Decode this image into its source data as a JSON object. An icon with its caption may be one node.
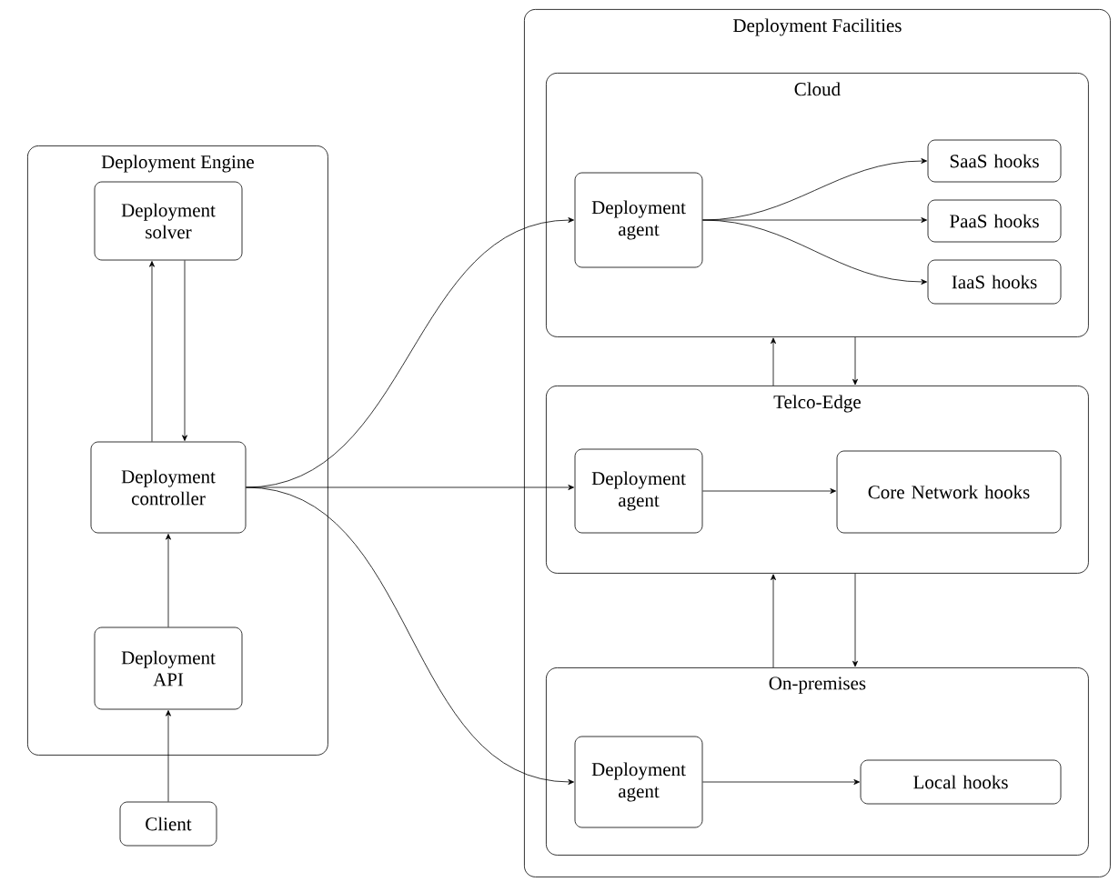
{
  "diagram": {
    "nodes": [
      {
        "text": [
          "Deployment Engine"
        ]
      },
      {
        "text": [
          "Deployment solver"
        ],
        "in": 0
      },
      {
        "text": [
          "Deployment controller"
        ],
        "in": 0
      },
      {
        "text": [
          "Deployment API"
        ],
        "in": 0
      },
      {
        "text": [
          "Client"
        ]
      },
      {
        "text": [
          "Deployment Facilities"
        ]
      },
      {
        "text": [
          "Cloud"
        ],
        "in": 5
      },
      {
        "text": [
          "Deployment agent"
        ],
        "in": 6
      },
      {
        "text": [
          "SaaS hooks"
        ],
        "in": 6
      },
      {
        "text": [
          "PaaS hooks"
        ],
        "in": 6
      },
      {
        "text": [
          "IaaS hooks"
        ],
        "in": 6
      },
      {
        "text": [
          "Telco-Edge"
        ],
        "in": 5
      },
      {
        "text": [
          "Deployment agent"
        ],
        "in": 11
      },
      {
        "text": [
          "Core Network hooks"
        ],
        "in": 11
      },
      {
        "text": [
          "On-premises"
        ],
        "in": 5
      },
      {
        "text": [
          "Deployment agent"
        ],
        "in": 14
      },
      {
        "text": [
          "Local hooks"
        ],
        "in": 14
      }
    ],
    "edges": [
      {
        "from": 2,
        "to": 1,
        "arrow": "to"
      },
      {
        "from": 1,
        "to": 2,
        "arrow": "to"
      },
      {
        "from": 3,
        "to": 2,
        "arrow": "to"
      },
      {
        "from": 4,
        "to": 3,
        "arrow": "to"
      },
      {
        "from": 2,
        "to": 7,
        "arrow": "to"
      },
      {
        "from": 2,
        "to": 12,
        "arrow": "to"
      },
      {
        "from": 2,
        "to": 15,
        "arrow": "to"
      },
      {
        "from": 7,
        "to": 8,
        "arrow": "to"
      },
      {
        "from": 7,
        "to": 9,
        "arrow": "to"
      },
      {
        "from": 7,
        "to": 10,
        "arrow": "to"
      },
      {
        "from": 12,
        "to": 13,
        "arrow": "to"
      },
      {
        "from": 15,
        "to": 16,
        "arrow": "to"
      },
      {
        "from": 11,
        "to": 6,
        "arrow": "to"
      },
      {
        "from": 6,
        "to": 11,
        "arrow": "to"
      },
      {
        "from": 14,
        "to": 11,
        "arrow": "to"
      },
      {
        "from": 11,
        "to": 14,
        "arrow": "to"
      }
    ]
  }
}
